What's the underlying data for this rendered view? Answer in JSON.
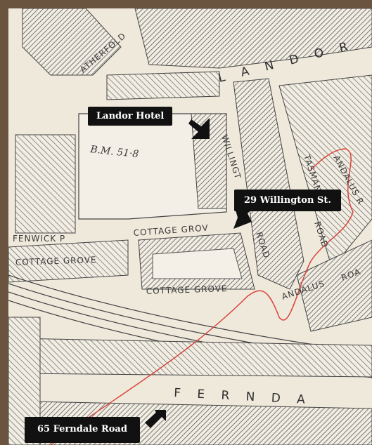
{
  "callouts": {
    "landor_hotel": "Landor Hotel",
    "willington": "29 Willington St.",
    "ferndale": "65 Ferndale Road"
  },
  "roads": {
    "atherfold": "ATHERFOLD",
    "landor": "L A N D O R",
    "willington": "WILLINGT",
    "road_1": "ROAD",
    "tasman": "TASMAN",
    "tasman_road": "ROAD",
    "andalus_road_top": "ANDALUS R",
    "andalus": "ANDALUS",
    "roa": "ROA",
    "fenwick": "FENWICK P",
    "cottage_grove_1": "COTTAGE GROVE",
    "cottage_grove_2": "COTTAGE GROV",
    "cottage_grove_3": "COTTAGE GROVE",
    "ferndale": "F E R N D A"
  },
  "benchmark": "B.M. 51·8",
  "colors": {
    "callout_bg": "#111111",
    "route_line": "#d9443a",
    "map_paper": "#efe9dc",
    "ink": "#3b3b3b"
  }
}
